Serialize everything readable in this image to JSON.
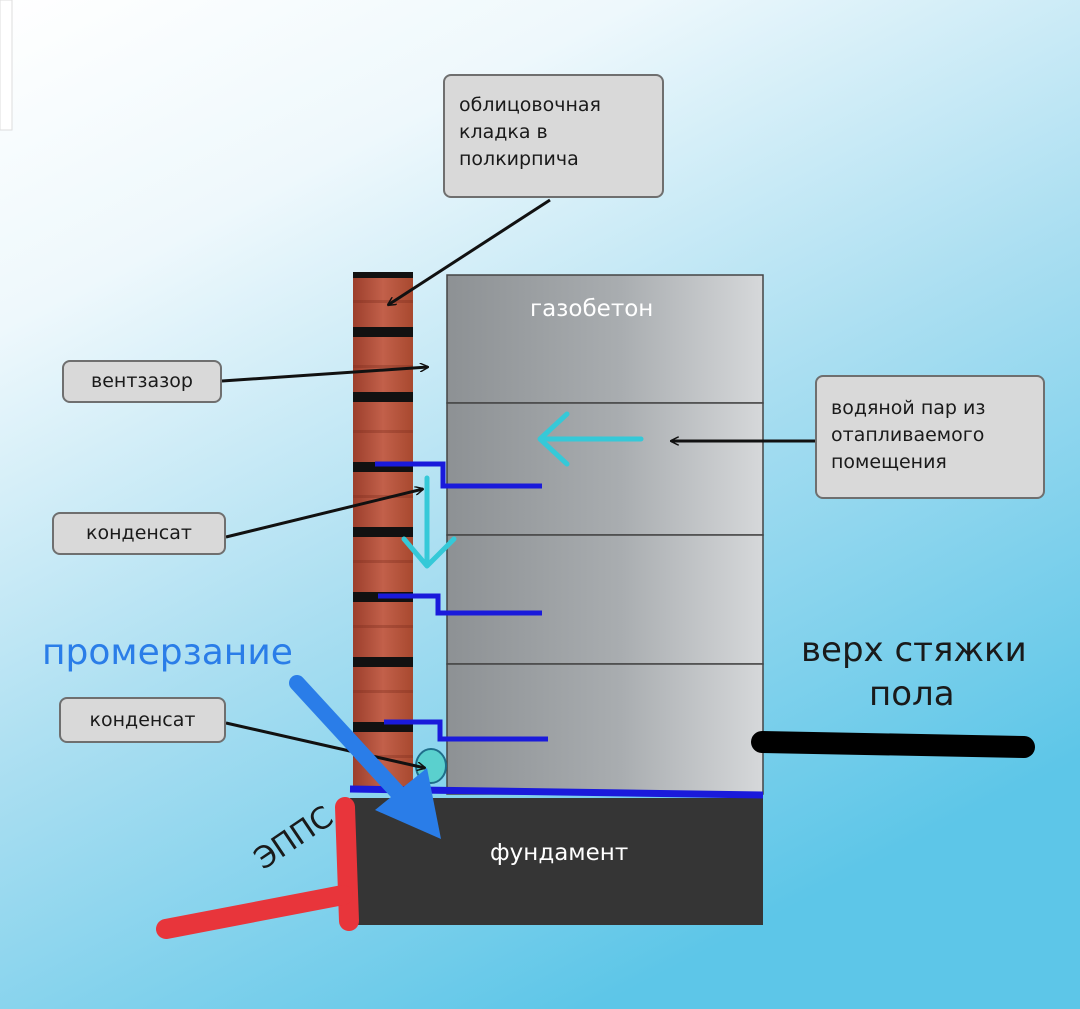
{
  "labels": {
    "cladding": [
      "облицовочная",
      "кладка в",
      "полкирпича"
    ],
    "vent_gap": "вентзазор",
    "condensate_1": "конденсат",
    "condensate_2": "конденсат",
    "vapor": [
      "водяной пар из",
      "отапливаемого",
      "помещения"
    ],
    "aerated_concrete": "газобетон",
    "foundation": "фундамент",
    "freezing": "промерзание",
    "floor_screed_top": [
      "верх стяжки",
      "пола"
    ],
    "xps": "ЭППС"
  },
  "colors": {
    "background_top": "#ffffff",
    "background_bottom": "#5dc6e8",
    "brick": "#b5513a",
    "mortar": "#111111",
    "block_gray": "#9a9ea1",
    "foundation": "#353535",
    "blue_line": "#1a1adb",
    "cyan_arrow": "#35c9d8",
    "freezing_blue": "#2a7de8",
    "xps_red": "#e8353b",
    "floor_black": "#000000",
    "callout_fill": "#d9d9d9"
  }
}
